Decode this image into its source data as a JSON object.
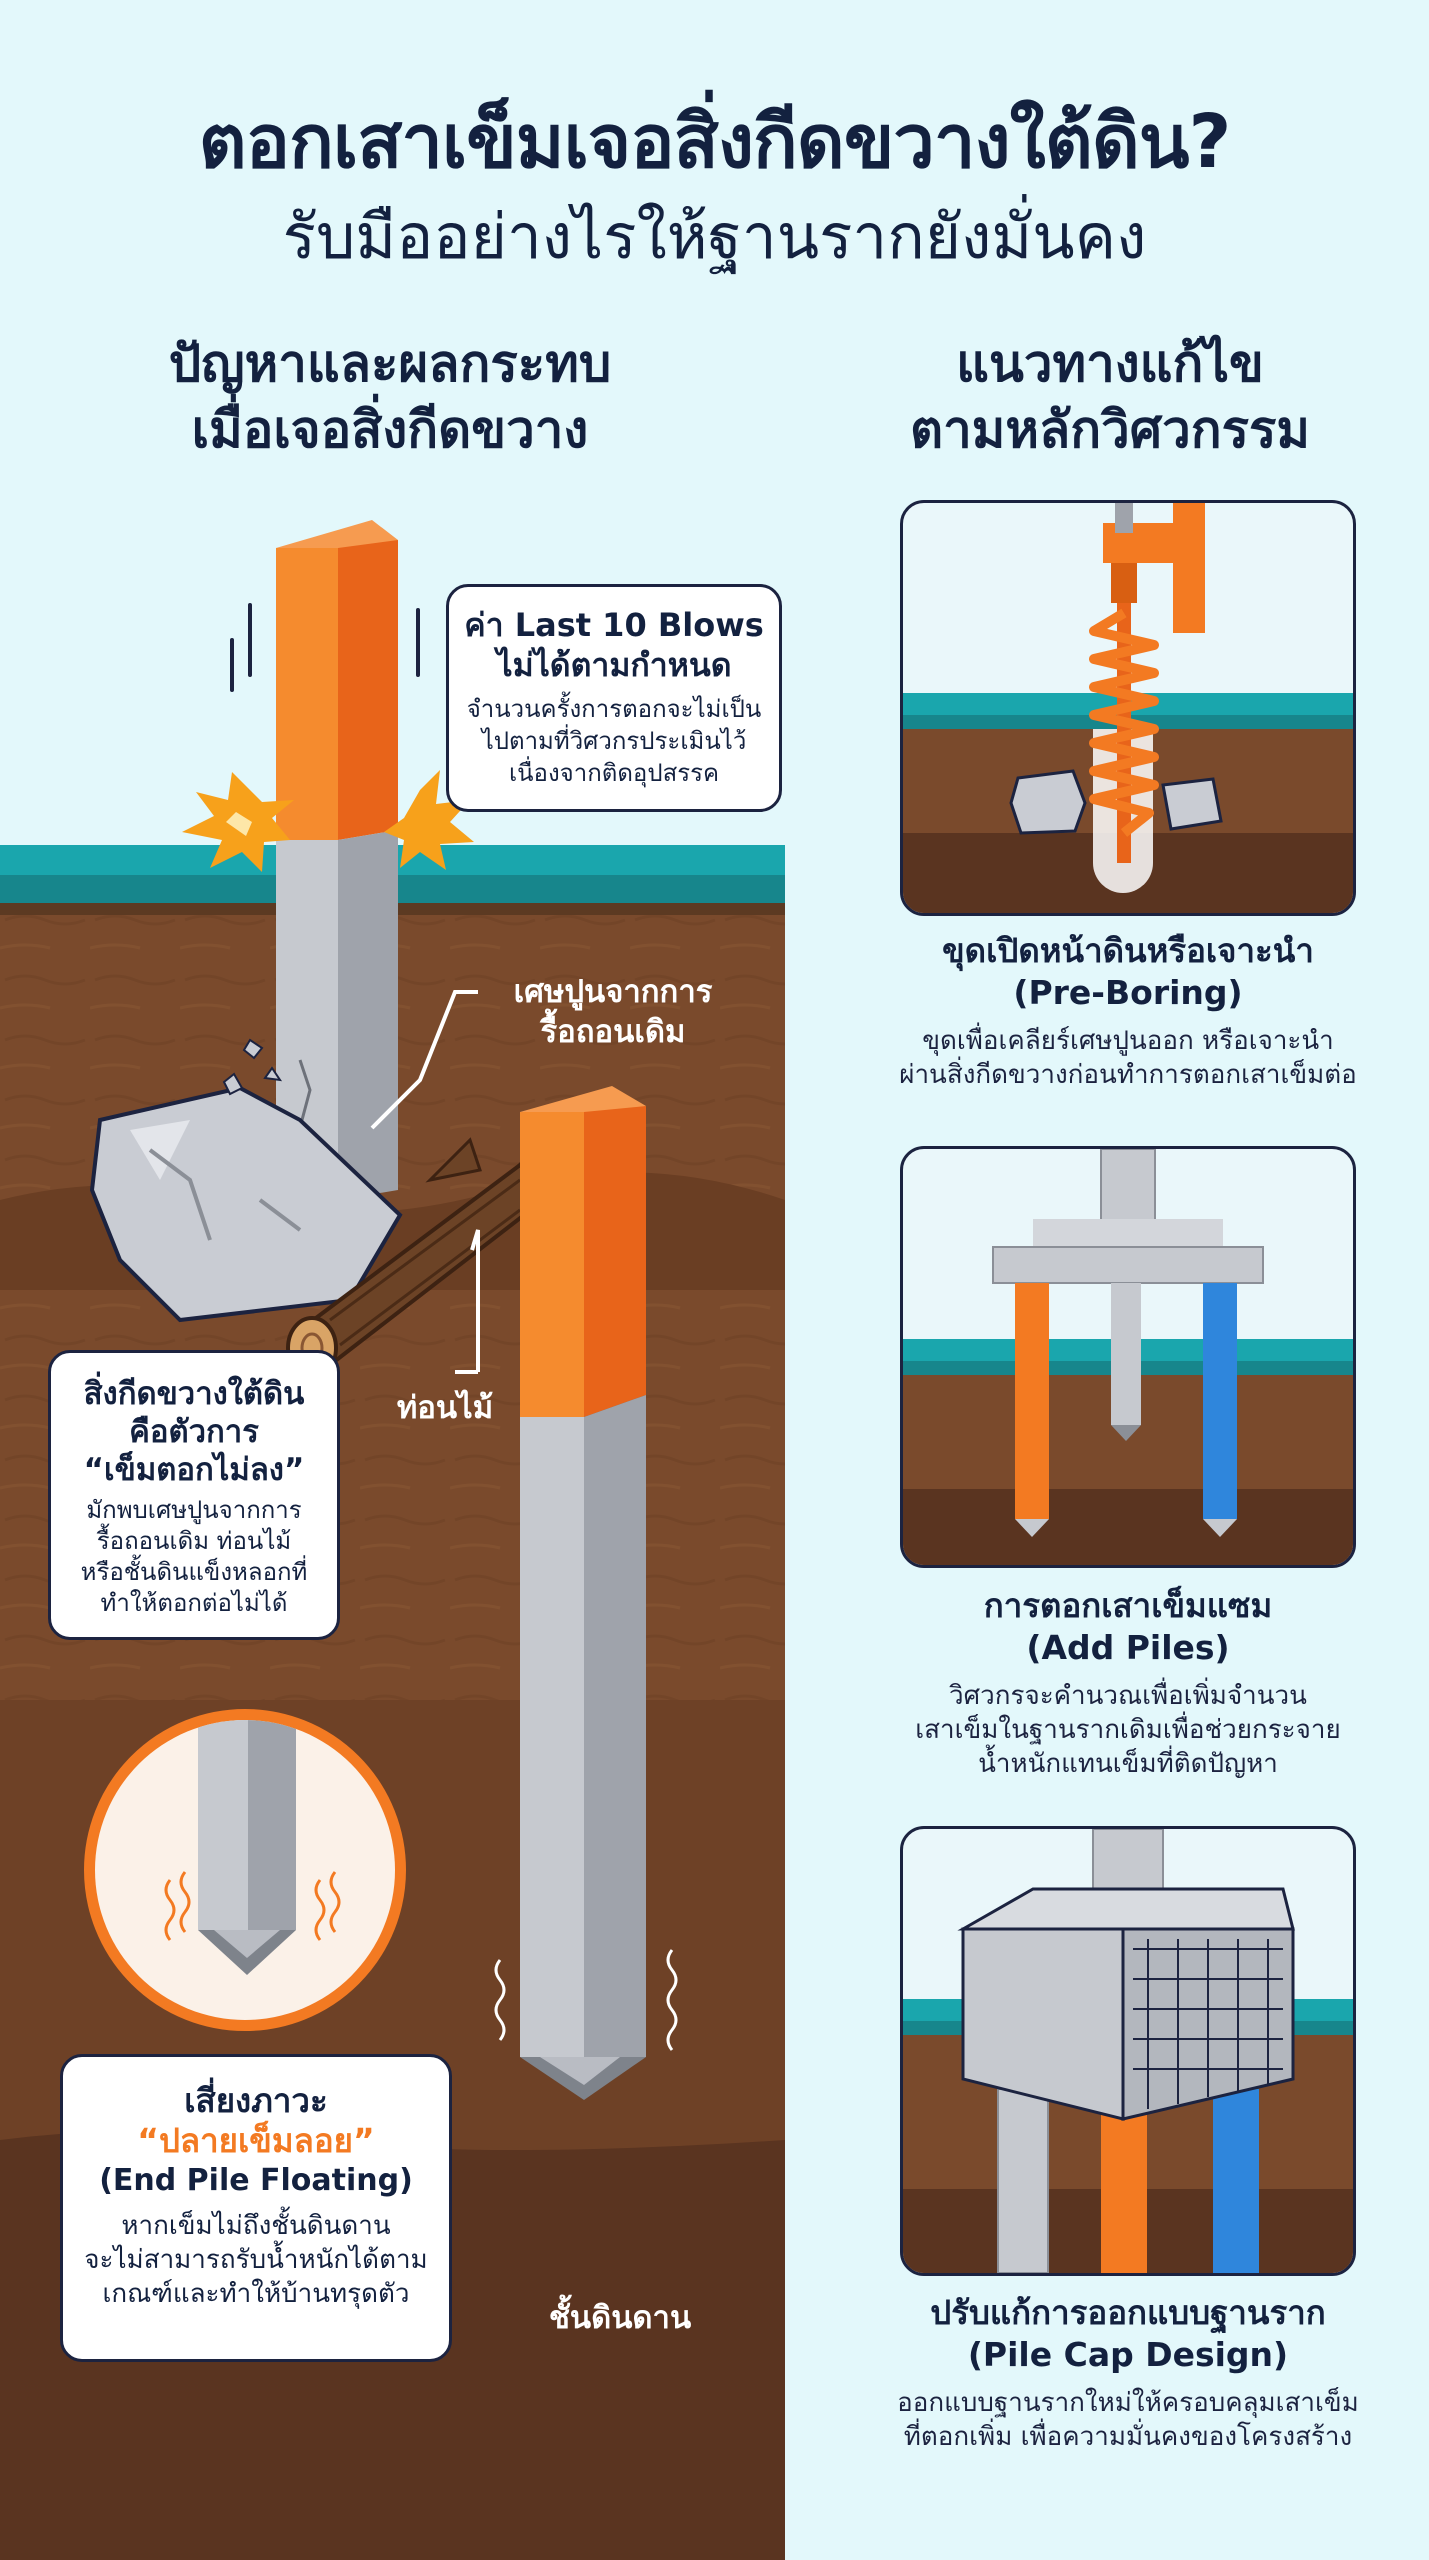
{
  "title": {
    "main": "ตอกเสาเข็มเจอสิ่งกีดขวางใต้ดิน?",
    "sub": "รับมืออย่างไรให้ฐานรากยังมั่นคง"
  },
  "left": {
    "heading_line1": "ปัญหาและผลกระทบ",
    "heading_line2": "เมื่อเจอสิ่งกีดขวาง",
    "last_blows": {
      "heading_line1": "ค่า Last 10 Blows",
      "heading_line2": "ไม่ได้ตามกำหนด",
      "body_line1": "จำนวนครั้งการตอกจะไม่เป็น",
      "body_line2": "ไปตามที่วิศวกรประเมินไว้",
      "body_line3": "เนื่องจากติดอุปสรรค"
    },
    "debris_label_line1": "เศษปูนจากการ",
    "debris_label_line2": "รื้อถอนเดิม",
    "log_label": "ท่อนไม้",
    "obstacle": {
      "heading_line1": "สิ่งกีดขวางใต้ดิน",
      "heading_line2": "คือตัวการ",
      "heading_line3": "“เข็มตอกไม่ลง”",
      "body_line1": "มักพบเศษปูนจากการ",
      "body_line2": "รื้อถอนเดิม ท่อนไม้",
      "body_line3": "หรือชั้นดินแข็งหลอกที่",
      "body_line4": "ทำให้ตอกต่อไม่ได้"
    },
    "floating": {
      "heading_line1": "เสี่ยงภาวะ",
      "heading_line2": "“ปลายเข็มลอย”",
      "heading_line3": "(End Pile Floating)",
      "body_line1": "หากเข็มไม่ถึงชั้นดินดาน",
      "body_line2": "จะไม่สามารถรับน้ำหนักได้ตาม",
      "body_line3": "เกณฑ์และทำให้บ้านทรุดตัว"
    },
    "hard_layer_label": "ชั้นดินดาน"
  },
  "right": {
    "heading_line1": "แนวทางแก้ไข",
    "heading_line2": "ตามหลักวิศวกรรม",
    "solutions": [
      {
        "heading": "ขุดเปิดหน้าดินหรือเจาะนำ",
        "subheading": "(Pre-Boring)",
        "body_line1": "ขุดเพื่อเคลียร์เศษปูนออก หรือเจาะนำ",
        "body_line2": "ผ่านสิ่งกีดขวางก่อนทำการตอกเสาเข็มต่อ"
      },
      {
        "heading": "การตอกเสาเข็มแซม",
        "subheading": "(Add Piles)",
        "body_line1": "วิศวกรจะคำนวณเพื่อเพิ่มจำนวน",
        "body_line2": "เสาเข็มในฐานรากเดิมเพื่อช่วยกระจาย",
        "body_line3": "น้ำหนักแทนเข็มที่ติดปัญหา"
      },
      {
        "heading": "ปรับแก้การออกแบบฐานราก",
        "subheading": "(Pile Cap Design)",
        "body_line1": "ออกแบบฐานรากใหม่ให้ครอบคลุมเสาเข็ม",
        "body_line2": "ที่ตอกเพิ่ม เพื่อความมั่นคงของโครงสร้าง"
      }
    ]
  },
  "colors": {
    "navy": "#13213f",
    "orange": "#f37a22",
    "blue": "#2f86dc",
    "teal": "#1aa6ad",
    "soil": "#7a4a2c",
    "deep_soil": "#5a3420",
    "concrete": "#c6c9cf"
  }
}
